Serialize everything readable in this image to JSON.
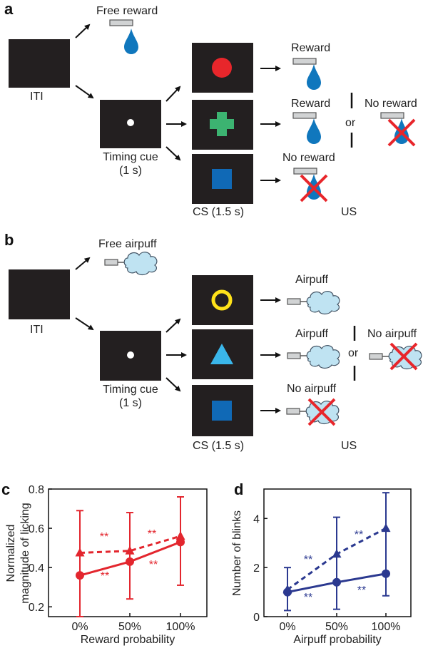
{
  "panel_a": {
    "label": "a",
    "free_reward": "Free reward",
    "iti": "ITI",
    "timing_cue": "Timing cue",
    "timing_dur": "(1 s)",
    "reward_1": "Reward",
    "reward_2": "Reward",
    "or": "or",
    "no_reward_right": "No reward",
    "no_reward_bottom": "No reward",
    "cs": "CS (1.5 s)",
    "us": "US"
  },
  "panel_b": {
    "label": "b",
    "free_airpuff": "Free airpuff",
    "iti": "ITI",
    "timing_cue": "Timing cue",
    "timing_dur": "(1 s)",
    "airpuff_1": "Airpuff",
    "airpuff_2": "Airpuff",
    "or": "or",
    "no_airpuff_right": "No airpuff",
    "no_airpuff_bottom": "No airpuff",
    "cs": "CS (1.5 s)",
    "us": "US"
  },
  "colors": {
    "box": "#231f20",
    "red_circle": "#e8262b",
    "green_cross": "#3cb371",
    "blue_square": "#1069b6",
    "yellow_ring": "#ffe21a",
    "cyan_triangle": "#3ab6ea",
    "drop": "#1077bd",
    "cloud": "#bfe3f2",
    "chart_red": "#e3262e",
    "chart_blue": "#2b3990"
  },
  "chart_data": [
    {
      "label": "c",
      "type": "line",
      "ylabel_line1": "Normalized",
      "ylabel_line2": "magnitude of licking",
      "xlabel": "Reward probability",
      "categories": [
        "0%",
        "50%",
        "100%"
      ],
      "ylim": [
        0.15,
        0.8
      ],
      "yticks": [
        "0.2",
        "0.4",
        "0.6",
        "0.8"
      ],
      "yticks_num": [
        0.2,
        0.4,
        0.6,
        0.8
      ],
      "color": "#e3262e",
      "series": [
        {
          "style": "solid",
          "marker": "circle",
          "values": [
            0.36,
            0.43,
            0.53
          ],
          "err_low": [
            0.15,
            0.24,
            0.31
          ],
          "err_high": [
            0.69,
            0.68,
            0.76
          ]
        },
        {
          "style": "dashed",
          "marker": "triangle",
          "values": [
            0.475,
            0.485,
            0.56
          ],
          "err_low": [
            0.15,
            0.24,
            0.31
          ],
          "err_high": [
            0.69,
            0.68,
            0.76
          ]
        }
      ],
      "annotations": [
        "**",
        "**",
        "**",
        "**"
      ]
    },
    {
      "label": "d",
      "type": "line",
      "ylabel_line1": "Number of blinks",
      "xlabel": "Airpuff probability",
      "categories": [
        "0%",
        "50%",
        "100%"
      ],
      "ylim": [
        0,
        5.2
      ],
      "yticks": [
        "0",
        "2",
        "4"
      ],
      "yticks_num": [
        0,
        2,
        4
      ],
      "color": "#2b3990",
      "series": [
        {
          "style": "solid",
          "marker": "circle",
          "values": [
            1.0,
            1.4,
            1.75
          ],
          "err_low": [
            0.25,
            0.3,
            0.85
          ],
          "err_high": [
            2.0,
            4.05,
            5.05
          ]
        },
        {
          "style": "dashed",
          "marker": "triangle",
          "values": [
            1.1,
            2.55,
            3.6
          ],
          "err_low": [
            0.25,
            0.3,
            0.85
          ],
          "err_high": [
            2.0,
            4.05,
            5.05
          ]
        }
      ],
      "annotations": [
        "**",
        "**",
        "**",
        "**"
      ]
    }
  ]
}
